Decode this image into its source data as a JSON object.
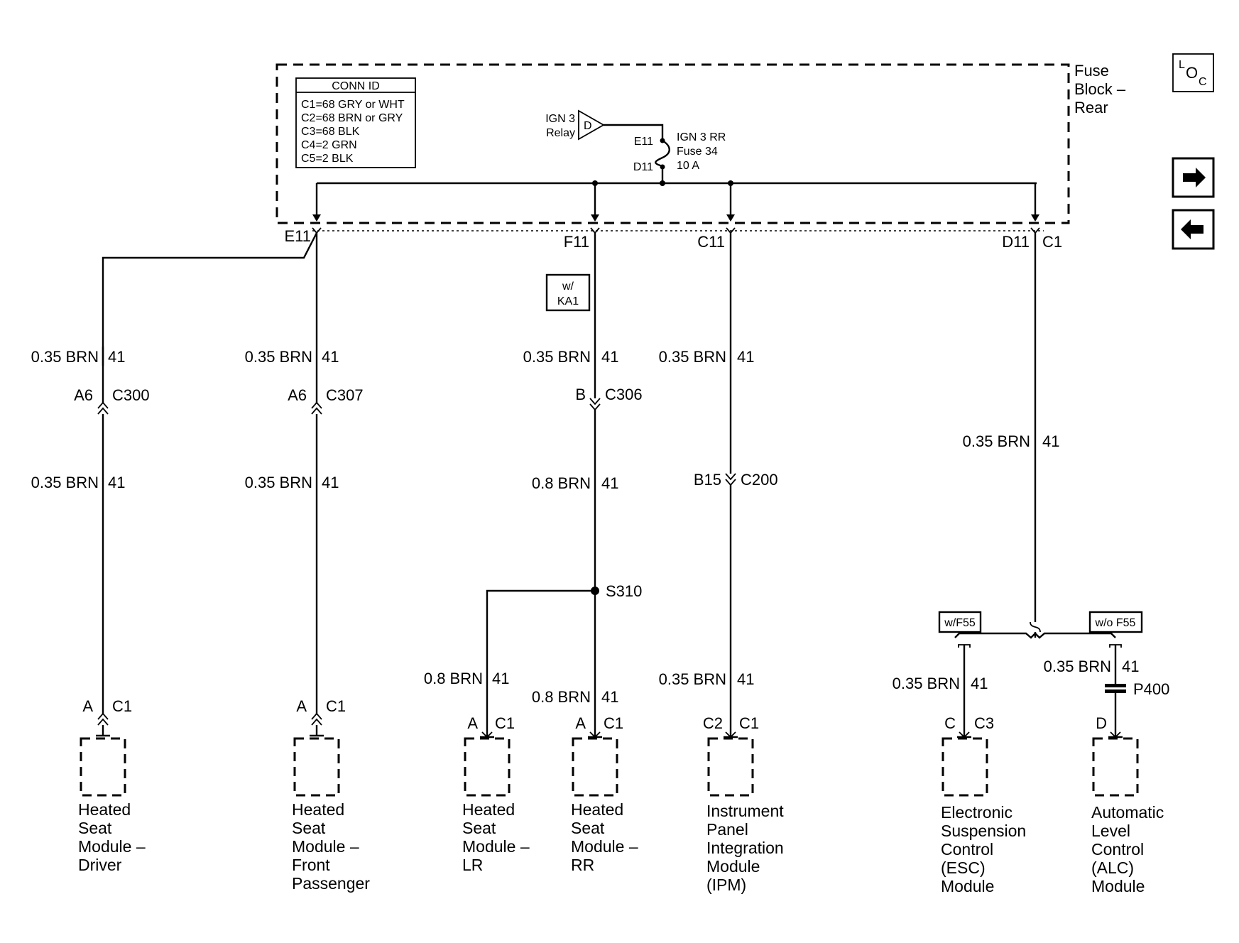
{
  "fuse_block": {
    "title_lines": [
      "Fuse",
      "Block –",
      "Rear"
    ],
    "conn_id": {
      "header": "CONN ID",
      "rows": [
        "C1=68 GRY or WHT",
        "C2=68 BRN or GRY",
        "C3=68 BLK",
        "C4=2 GRN",
        "C5=2 BLK"
      ]
    },
    "relay": {
      "name_lines": [
        "IGN 3",
        "Relay"
      ],
      "symbol": "D"
    },
    "fuse": {
      "top_pin": "E11",
      "bottom_pin": "D11",
      "lines": [
        "IGN 3 RR",
        "Fuse 34",
        "10 A"
      ]
    }
  },
  "nav": {
    "loc_icon": {
      "l": "L",
      "o": "O",
      "c": "C"
    },
    "forward_icon": "arrow-right",
    "back_icon": "arrow-left"
  },
  "outputs": {
    "e11": "E11",
    "f11": "F11",
    "c11": "C11",
    "d11": "D11",
    "c1": "C1"
  },
  "option_boxes": {
    "ka1_lines": [
      "w/",
      "KA1"
    ],
    "wf55": "w/F55",
    "wof55": "w/o F55"
  },
  "wires": {
    "d1_top": {
      "gauge": "0.35 BRN",
      "circuit": "41"
    },
    "d1_bottom": {
      "gauge": "0.35 BRN",
      "circuit": "41"
    },
    "d2_top": {
      "gauge": "0.35 BRN",
      "circuit": "41"
    },
    "d2_bottom": {
      "gauge": "0.35 BRN",
      "circuit": "41"
    },
    "f_top": {
      "gauge": "0.35 BRN",
      "circuit": "41"
    },
    "f_mid": {
      "gauge": "0.8 BRN",
      "circuit": "41"
    },
    "lr": {
      "gauge": "0.8 BRN",
      "circuit": "41"
    },
    "rr": {
      "gauge": "0.8 BRN",
      "circuit": "41"
    },
    "c_top": {
      "gauge": "0.35 BRN",
      "circuit": "41"
    },
    "c_bottom": {
      "gauge": "0.35 BRN",
      "circuit": "41"
    },
    "d_top": {
      "gauge": "0.35 BRN",
      "circuit": "41"
    },
    "esc": {
      "gauge": "0.35 BRN",
      "circuit": "41"
    },
    "alc": {
      "gauge": "0.35 BRN",
      "circuit": "41"
    }
  },
  "connectors": {
    "c300": {
      "pin": "A6",
      "name": "C300"
    },
    "c307": {
      "pin": "A6",
      "name": "C307"
    },
    "c306": {
      "pin": "B",
      "name": "C306"
    },
    "c200": {
      "pin": "B15",
      "name": "C200"
    },
    "splice": "S310",
    "p400": "P400"
  },
  "modules": [
    {
      "pin": "A",
      "conn": "C1",
      "name_lines": [
        "Heated",
        "Seat",
        "Module –",
        "Driver"
      ]
    },
    {
      "pin": "A",
      "conn": "C1",
      "name_lines": [
        "Heated",
        "Seat",
        "Module –",
        "Front",
        "Passenger"
      ]
    },
    {
      "pin": "A",
      "conn": "C1",
      "name_lines": [
        "Heated",
        "Seat",
        "Module –",
        "LR"
      ]
    },
    {
      "pin": "A",
      "conn": "C1",
      "name_lines": [
        "Heated",
        "Seat",
        "Module –",
        "RR"
      ]
    },
    {
      "pin": "C2",
      "conn": "C1",
      "name_lines": [
        "Instrument",
        "Panel",
        "Integration",
        "Module",
        "(IPM)"
      ]
    },
    {
      "pin": "C",
      "conn": "C3",
      "name_lines": [
        "Electronic",
        "Suspension",
        "Control",
        "(ESC)",
        "Module"
      ]
    },
    {
      "pin": "D",
      "conn": "",
      "name_lines": [
        "Automatic",
        "Level",
        "Control",
        "(ALC)",
        "Module"
      ]
    }
  ]
}
